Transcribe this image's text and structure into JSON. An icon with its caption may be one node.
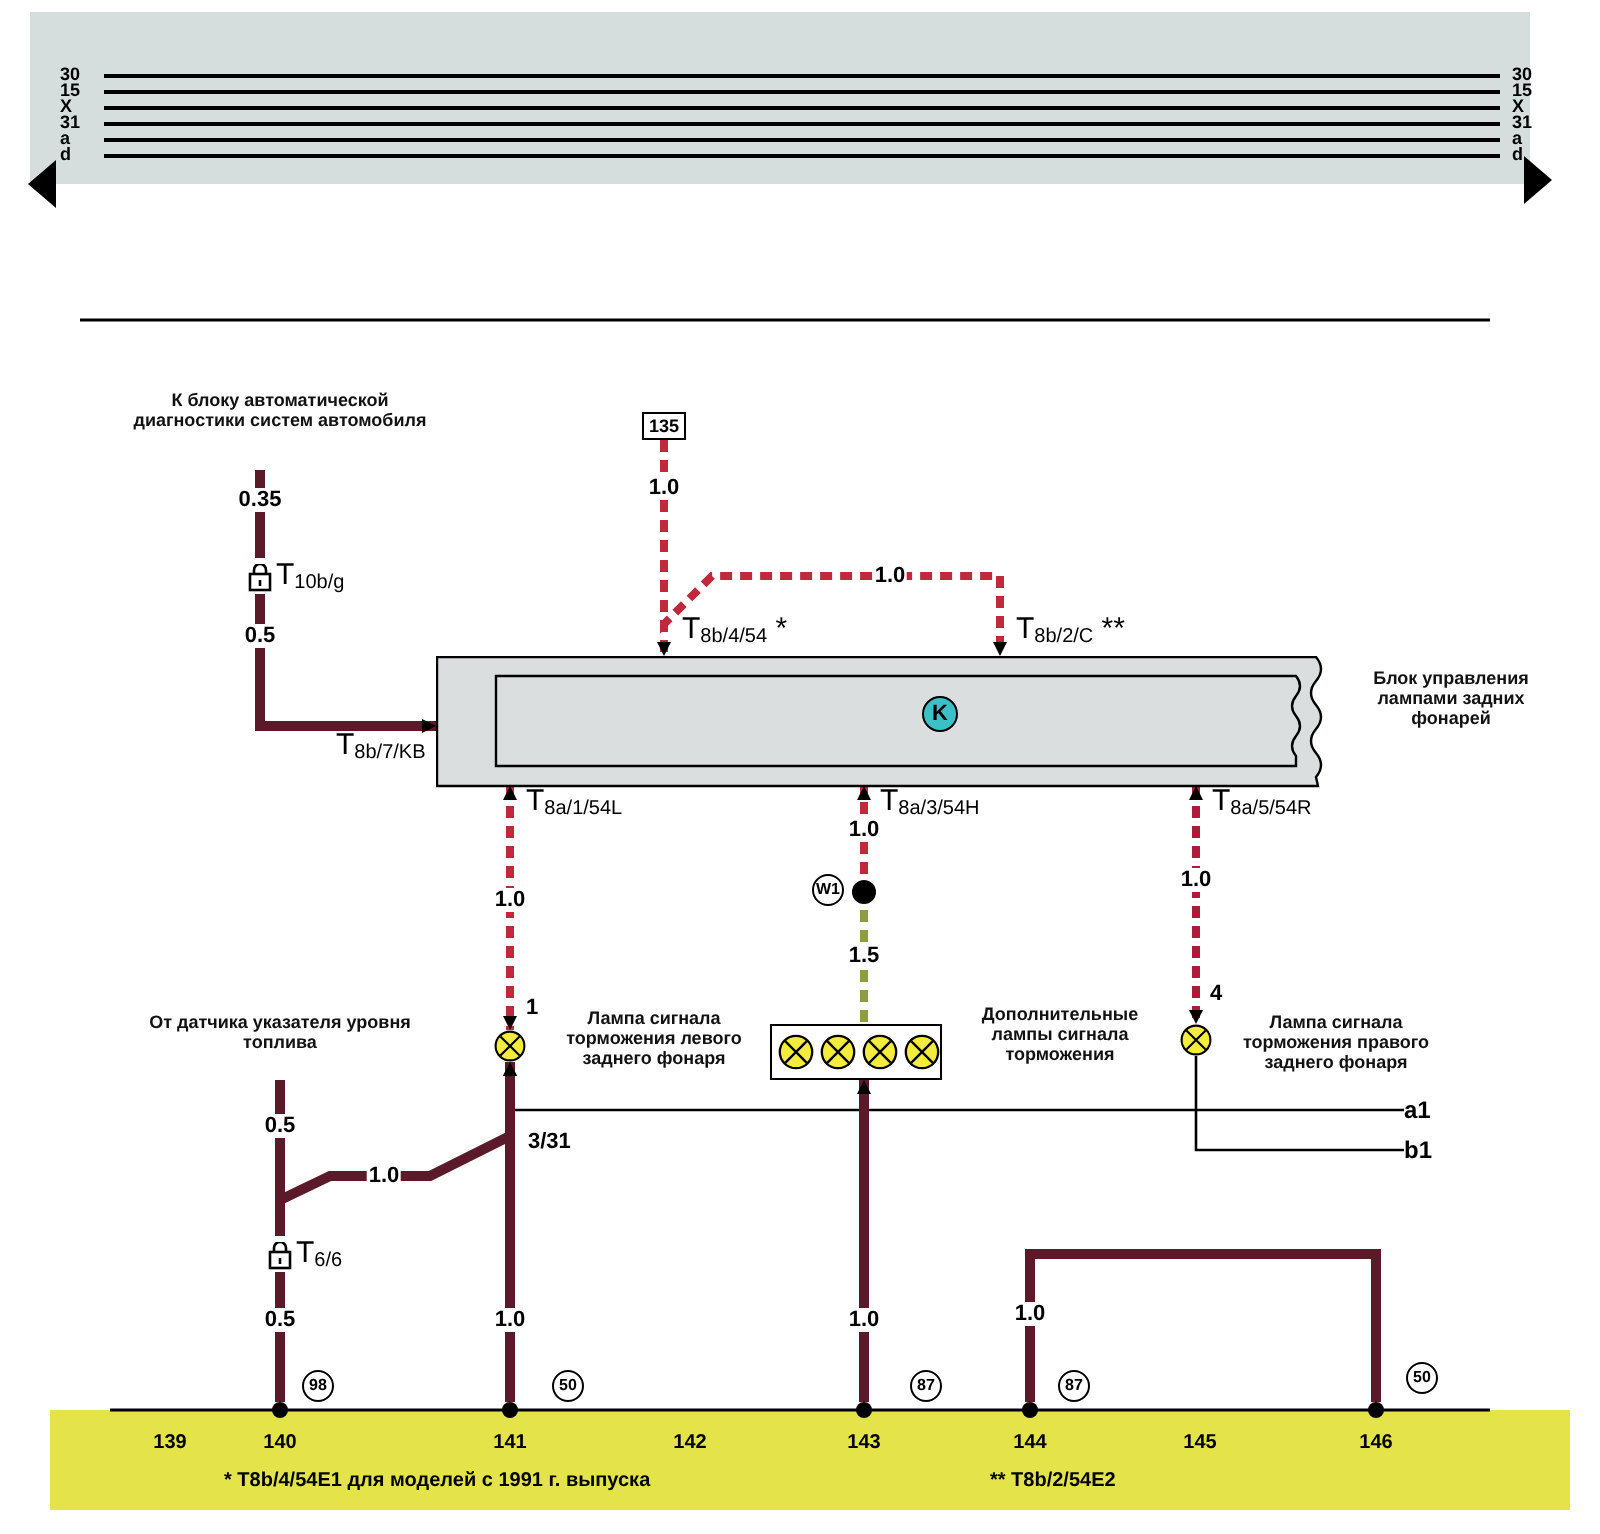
{
  "diagram": {
    "nodes": [
      {
        "text": [
          "K"
        ],
        "beside": [
          "Блок управления лампами задних фонарей"
        ]
      },
      {
        "text": [
          "К блоку автоматической диагностики систем автомобиля"
        ]
      },
      {
        "text": [
          "135"
        ]
      },
      {
        "text": [
          "T$_{10b/g}$"
        ]
      },
      {
        "text": [],
        "shape": "circle",
        "beside": [
          "Лампа сигнала торможения левого заднего фонаря"
        ]
      },
      {
        "text": [
          "W1"
        ]
      },
      {
        "text": [],
        "shape": "box",
        "beside": [
          "Дополнительные лампы сигнала торможения"
        ]
      },
      {
        "text": [],
        "shape": "circle",
        "in": 6
      },
      {
        "text": [],
        "shape": "circle",
        "in": 6
      },
      {
        "text": [],
        "shape": "circle",
        "in": 6
      },
      {
        "text": [],
        "shape": "circle",
        "in": 6
      },
      {
        "text": [],
        "shape": "circle",
        "beside": [
          "Лампа сигнала торможения правого заднего фонаря"
        ]
      },
      {
        "text": [
          "От датчика указателя уровня топлива"
        ]
      },
      {
        "text": [
          "T$_{6/6}$"
        ]
      },
      {
        "text": [
          "a1"
        ]
      },
      {
        "text": [
          "b1"
        ]
      },
      {
        "text": [],
        "shape": "circle"
      },
      {
        "text": [],
        "shape": "circle"
      },
      {
        "text": [],
        "shape": "circle"
      },
      {
        "text": [],
        "shape": "circle"
      },
      {
        "text": [],
        "shape": "circle"
      },
      {
        "text": [
          "98"
        ]
      },
      {
        "text": [
          "50"
        ]
      },
      {
        "text": [
          "87"
        ]
      },
      {
        "text": [
          "87"
        ]
      },
      {
        "text": [
          "50"
        ]
      }
    ],
    "edges": [
      {
        "from": 1,
        "to": 3,
        "arrow": "none",
        "label": "0.35"
      },
      {
        "from": 3,
        "to": 0,
        "arrow": "to",
        "label": "0.5"
      },
      {
        "from": 2,
        "to": 0,
        "arrow": "to",
        "label": "1.0",
        "style": "dashed",
        "color": "#c0283c"
      },
      {
        "from": 2,
        "to": 0,
        "arrow": "to",
        "label": "1.0",
        "style": "dashed",
        "color": "#c0283c"
      },
      {
        "from": 0,
        "to": 4,
        "arrow": "both",
        "label": "1.0",
        "style": "dashed",
        "color": "#c0283c"
      },
      {
        "from": 5,
        "to": 0,
        "arrow": "to",
        "label": "1.0",
        "style": "dashed",
        "color": "#c0283c"
      },
      {
        "from": 5,
        "to": 6,
        "arrow": "none",
        "label": "1.5",
        "style": "dashed",
        "color": "#8aa040"
      },
      {
        "from": 0,
        "to": 11,
        "arrow": "both",
        "label": "1.0",
        "style": "dashed",
        "color": "#b01a3a"
      },
      {
        "from": 4,
        "to": 14,
        "arrow": "none",
        "color": "#000000"
      },
      {
        "from": 11,
        "to": 15,
        "arrow": "none",
        "color": "#000000"
      },
      {
        "from": 12,
        "to": 13,
        "arrow": "none",
        "label": "0.5"
      },
      {
        "from": 13,
        "to": 16,
        "arrow": "none",
        "label": "0.5"
      },
      {
        "from": 12,
        "to": 4,
        "arrow": "to",
        "label": "1.0"
      },
      {
        "from": 17,
        "to": 4,
        "arrow": "to",
        "label": "1.0"
      },
      {
        "from": 18,
        "to": 6,
        "arrow": "to",
        "label": "1.0"
      },
      {
        "from": 19,
        "to": 20,
        "arrow": "none",
        "label": "1.0"
      }
    ],
    "labels": [
      "30",
      "15",
      "X",
      "31",
      "a",
      "d",
      "30",
      "15",
      "X",
      "31",
      "a",
      "d",
      "T$_{8b/4/54}$ *",
      "T$_{8b/2/C}$ **",
      "T$_{8b/7/KB}$",
      "T$_{8a/1/54L}$",
      "T$_{8a/3/54H}$",
      "T$_{8a/5/54R}$",
      "1",
      "4",
      "3/31",
      "139",
      "140",
      "141",
      "142",
      "143",
      "144",
      "145",
      "146",
      "* T8b/4/54E1 для моделей с 1991 г. выпуска",
      "** T8b/2/54E2"
    ]
  }
}
